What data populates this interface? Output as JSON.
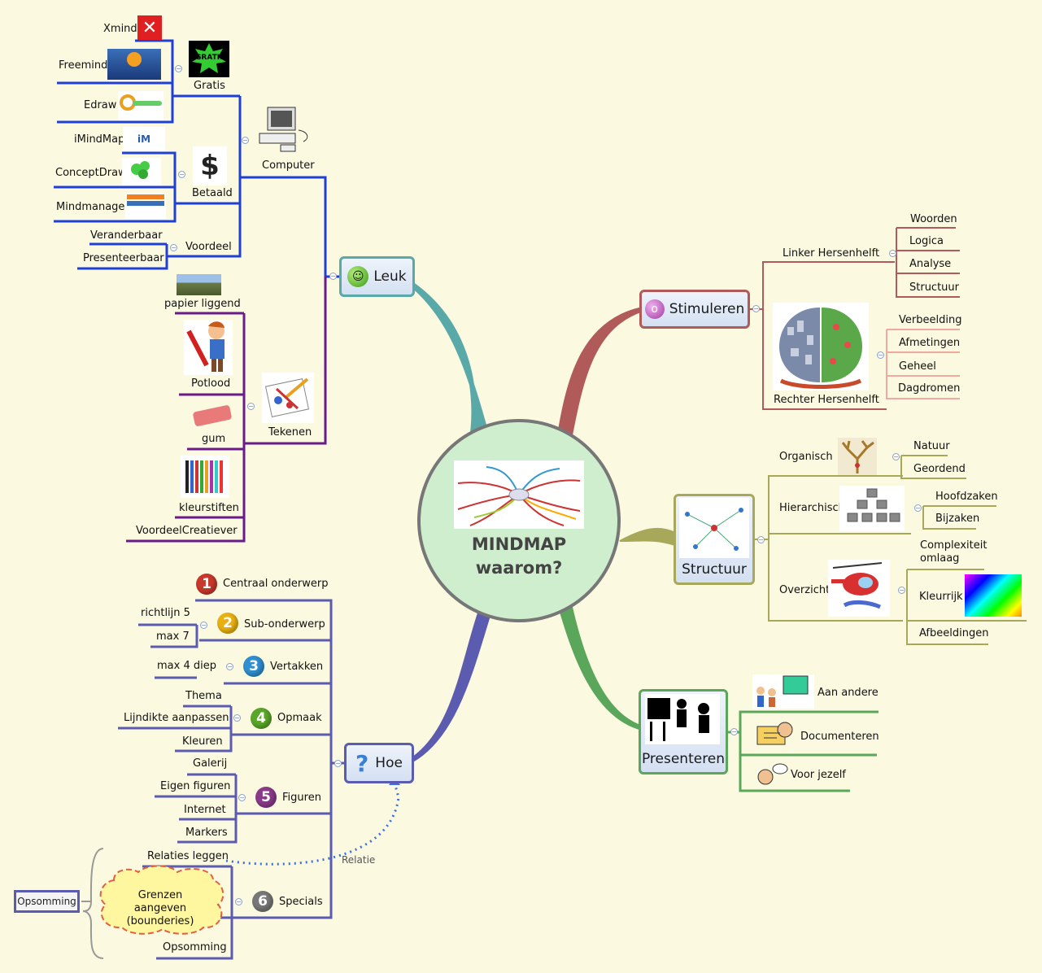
{
  "center": {
    "title_line1": "MINDMAP",
    "title_line2": "waarom?"
  },
  "colors": {
    "leuk": "#5aa9a9",
    "stimuleren": "#b05a5a",
    "structuur": "#a8a85a",
    "presenteren": "#5aa65a",
    "hoe": "#5b5bb0",
    "computer": "#1f3fd6",
    "tekenen": "#6a1a8a"
  },
  "leuk": {
    "label": "Leuk",
    "computer": {
      "label": "Computer",
      "gratis": {
        "label": "Gratis",
        "badge": "GRATIS",
        "items": [
          "Xmind",
          "Freemind",
          "Edraw"
        ]
      },
      "betaald": {
        "label": "Betaald",
        "items": [
          "iMindMap",
          "ConceptDraw",
          "Mindmanager"
        ]
      },
      "voordeel": {
        "label": "Voordeel",
        "items": [
          "Veranderbaar",
          "Presenteerbaar"
        ]
      }
    },
    "tekenen": {
      "label": "Tekenen",
      "items": [
        "papier liggend",
        "Potlood",
        "gum",
        "kleurstiften",
        "VoordeelCreatiever"
      ]
    }
  },
  "stimuleren": {
    "label": "Stimuleren",
    "linker": {
      "label": "Linker Hersenhelft",
      "items": [
        "Woorden",
        "Logica",
        "Analyse",
        "Structuur"
      ]
    },
    "rechter": {
      "label": "Rechter Hersenhelft",
      "items": [
        "Verbeelding",
        "Afmetingen",
        "Geheel",
        "Dagdromen"
      ]
    }
  },
  "structuur": {
    "label": "Structuur",
    "organisch": {
      "label": "Organisch",
      "items": [
        "Natuur",
        "Geordend"
      ]
    },
    "hierarchisch": {
      "label": "Hierarchisch",
      "items": [
        "Hoofdzaken",
        "Bijzaken"
      ]
    },
    "overzicht": {
      "label": "Overzicht",
      "items": [
        "Complexiteit omlaag",
        "Kleurrijk",
        "Afbeeldingen"
      ]
    }
  },
  "presenteren": {
    "label": "Presenteren",
    "items": [
      "Aan andere",
      "Documenteren",
      "Voor jezelf"
    ]
  },
  "hoe": {
    "label": "Hoe",
    "topics": [
      {
        "n": "1",
        "label": "Centraal onderwerp",
        "color": "#c8382c"
      },
      {
        "n": "2",
        "label": "Sub-onderwerp",
        "color": "#e8b012"
      },
      {
        "n": "3",
        "label": "Vertakken",
        "color": "#2f8fd0"
      },
      {
        "n": "4",
        "label": "Opmaak",
        "color": "#5aa62a"
      },
      {
        "n": "5",
        "label": "Figuren",
        "color": "#8a3a8a"
      },
      {
        "n": "6",
        "label": "Specials",
        "color": "#777777"
      }
    ],
    "sub_onderwerp": [
      "richtlijn 5",
      "max 7"
    ],
    "vertakken": [
      "max 4 diep"
    ],
    "opmaak": [
      "Thema",
      "Lijndikte aanpassen",
      "Kleuren"
    ],
    "figuren": [
      "Galerij",
      "Eigen figuren",
      "Internet",
      "Markers"
    ],
    "specials": {
      "items": [
        "Relaties leggen",
        "Opsomming"
      ],
      "boundary": "Grenzen aangeven (bounderies)",
      "summary": "Opsomming"
    },
    "relation_label": "Relatie"
  }
}
